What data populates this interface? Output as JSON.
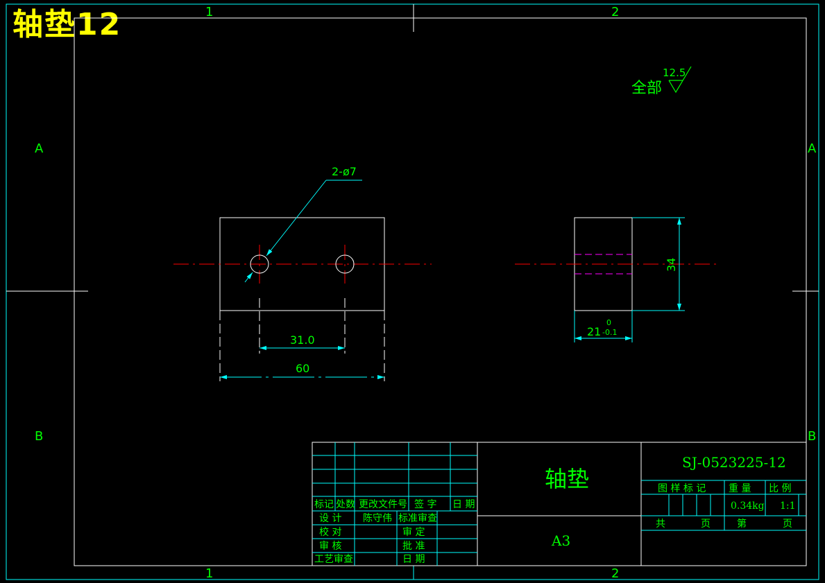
{
  "drawing_title": "轴垫12",
  "zones": {
    "col_1": "1",
    "col_2": "2",
    "row_a": "A",
    "row_b": "B"
  },
  "roughness": {
    "label": "全部",
    "value": "12.5"
  },
  "front_view": {
    "hole_callout": "2-ø7",
    "dim_hole_spacing": "31.0",
    "dim_width": "60"
  },
  "side_view": {
    "dim_height": "34",
    "dim_thickness": "21",
    "tol_upper": "0",
    "tol_lower": "-0.1"
  },
  "title_block": {
    "part_name": "轴垫",
    "sheet_size": "A3",
    "drawing_number": "SJ-0523225-12",
    "weight": "0.34kg",
    "scale": "1:1",
    "hdr_figure_mark": "图 样 标 记",
    "hdr_weight": "重  量",
    "hdr_scale": "比  例",
    "sheet_total": "共",
    "sheet_page": "页",
    "sheet_no": "第",
    "sheet_page2": "页",
    "revision_header": [
      "标记",
      "处数",
      "更改文件号",
      "签  字",
      "日 期"
    ],
    "label_design": "设  计",
    "designer": "陈守伟",
    "label_std_review": "标准审查",
    "label_check": "校  对",
    "label_examine": "审  定",
    "label_audit": "审  核",
    "label_approve": "批  准",
    "label_process": "工艺审查",
    "label_date": "日  期"
  },
  "colors": {
    "frame": "#ffffff",
    "dimension": "#00ffff",
    "text": "#00ff00",
    "centerline": "#ff0000",
    "hidden": "#ff00ff",
    "title": "#ffff00"
  }
}
